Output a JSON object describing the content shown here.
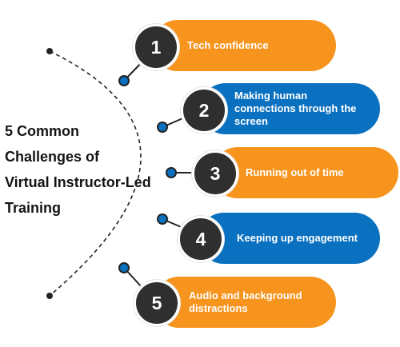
{
  "title": {
    "lines": [
      "5 Common",
      "Challenges of",
      "Virtual Instructor-Led",
      "Training"
    ]
  },
  "colors": {
    "orange": "#f7941d",
    "blue": "#0a71c1",
    "number_badge": "#2f2f2f",
    "connector_dot": "#0a71c1",
    "line": "#222222"
  },
  "items": [
    {
      "number": "1",
      "label": "Tech confidence",
      "color": "orange"
    },
    {
      "number": "2",
      "label": "Making human connections through the screen",
      "color": "blue"
    },
    {
      "number": "3",
      "label": "Running out of time",
      "color": "orange"
    },
    {
      "number": "4",
      "label": "Keeping up engagement",
      "color": "blue"
    },
    {
      "number": "5",
      "label": "Audio and background distractions",
      "color": "orange"
    }
  ]
}
